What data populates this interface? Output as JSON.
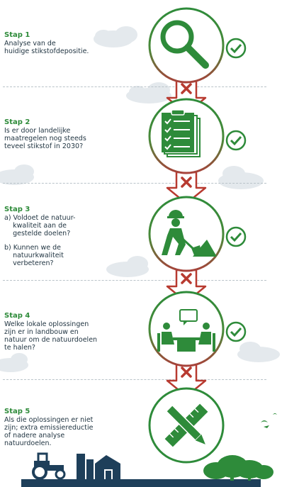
{
  "steps": [
    {
      "title": "Stap 1",
      "lines": [
        "Analyse van de",
        "huidige stikstofdepositie."
      ],
      "icon": "magnifier-icon"
    },
    {
      "title": "Stap 2",
      "lines": [
        "Is er door landelijke",
        "maatregelen nog steeds",
        "teveel stikstof in 2030?"
      ],
      "icon": "checklist-icon"
    },
    {
      "title": "Stap 3",
      "lines": [
        "a) Voldoet de natuur-",
        "    kwaliteit aan de",
        "    gestelde doelen?",
        "",
        "b) Kunnen we de",
        "    natuurkwaliteit",
        "    verbeteren?"
      ],
      "icon": "worker-shovel-icon"
    },
    {
      "title": "Stap 4",
      "lines": [
        "Welke lokale oplossingen",
        "zijn er in landbouw en",
        "natuur om de natuurdoelen",
        "te halen?"
      ],
      "icon": "meeting-icon"
    },
    {
      "title": "Stap 5",
      "lines": [
        "Als die oplossingen er niet",
        "zijn; extra emissiereductie",
        "of nadere analyse",
        "natuurdoelen."
      ],
      "icon": "ruler-pencil-icon"
    }
  ],
  "colors": {
    "green": "#2e8b3a",
    "red": "#c0392b",
    "text": "#1f3340",
    "cloud": "#e3e8ec",
    "ground": "#1e3f5a"
  }
}
